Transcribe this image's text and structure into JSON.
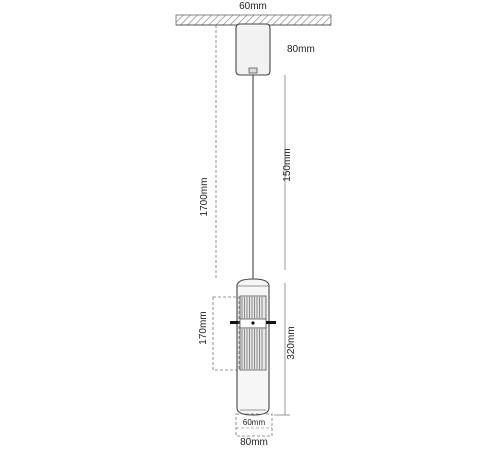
{
  "title": "",
  "labels": {
    "ceiling_width": "60mm",
    "canopy_height": "80mm",
    "overall_drop": "1700mm",
    "cable_length": "150mm",
    "shade_upper_height": "170mm",
    "shade_total_height": "320mm",
    "inner_diameter": "60mm",
    "outer_diameter": "80mm"
  },
  "colors": {
    "line": "#444444",
    "dashed": "#777777",
    "ceiling_hatch": "#888888",
    "shade_fill": "#e9e9e9",
    "rib": "#666666",
    "clip": "#111111"
  }
}
